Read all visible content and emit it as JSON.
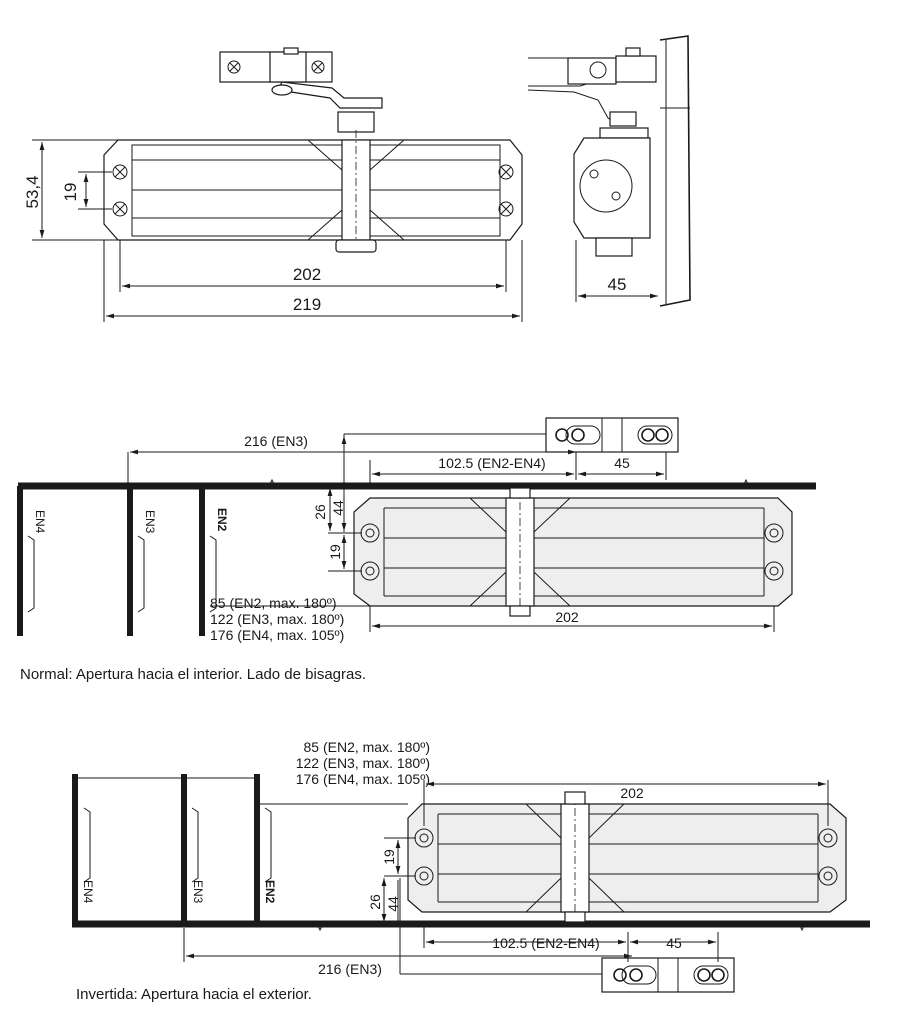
{
  "top_view": {
    "dim_height": "53,4",
    "dim_holes": "19",
    "dim_inner": "202",
    "dim_outer": "219",
    "dim_side": "45"
  },
  "normal": {
    "dim_216": "216 (EN3)",
    "dim_1025": "102.5 (EN2-EN4)",
    "dim_45": "45",
    "dim_26": "26",
    "dim_44": "44",
    "dim_19": "19",
    "dim_202": "202",
    "en2_text": "85 (EN2, max. 180º)",
    "en3_text": "122 (EN3, max. 180º)",
    "en4_text": "176 (EN4, max. 105º)",
    "label_en4": "EN4",
    "label_en3": "EN3",
    "label_en2": "EN2",
    "caption": "Normal: Apertura hacia el interior. Lado de bisagras."
  },
  "inverted": {
    "en2_text": "85 (EN2, max. 180º)",
    "en3_text": "122 (EN3, max. 180º)",
    "en4_text": "176 (EN4, max. 105º)",
    "dim_202": "202",
    "dim_19": "19",
    "dim_26": "26",
    "dim_44": "44",
    "dim_1025": "102.5 (EN2-EN4)",
    "dim_45": "45",
    "dim_216": "216 (EN3)",
    "label_en4": "EN4",
    "label_en3": "EN3",
    "label_en2": "EN2",
    "caption": "Invertida: Apertura hacia el exterior."
  }
}
